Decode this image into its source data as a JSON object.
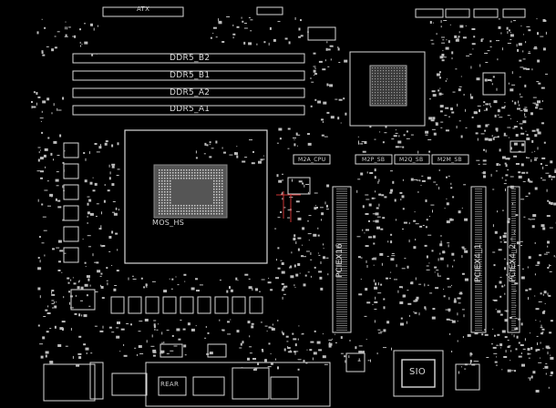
{
  "labels": {
    "ddr5_b2": "DDR5_B2",
    "ddr5_b1": "DDR5_B1",
    "ddr5_a2": "DDR5_A2",
    "ddr5_a1": "DDR5_A1",
    "mos_hs": "MOS_HS",
    "m2a_cpu": "M2A_CPU",
    "m2p_sb": "M2P_SB",
    "m2q_sb": "M2Q_SB",
    "m2m_sb": "M2M_SB",
    "pciex16": "PCIEX16",
    "pciex4_1": "PCIEX4_1",
    "pciex4_2": "PCIEX4_2",
    "sio": "SIO",
    "atx": "ATX",
    "rear": "REAR"
  },
  "colors": {
    "background": "#000000",
    "outline": "#d9d9d9",
    "pad": "#bdbdbd",
    "accent": "#cc3333"
  }
}
